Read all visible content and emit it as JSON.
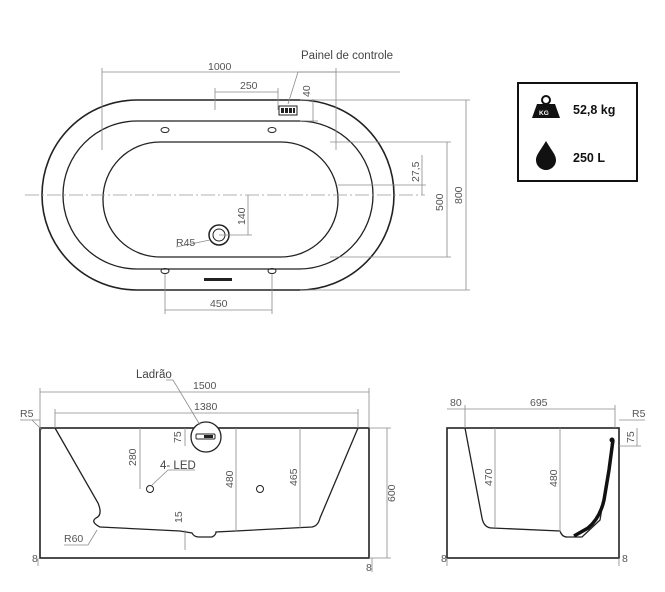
{
  "top_view": {
    "label_panel": "Painel de controle",
    "dim_length": "1000",
    "dim_250": "250",
    "dim_40": "40",
    "dim_27_5": "27,5",
    "dim_500": "500",
    "dim_800": "800",
    "dim_140": "140",
    "dim_r45": "R45",
    "dim_450": "450"
  },
  "specs": {
    "weight_icon_text": "KG",
    "weight": "52,8 kg",
    "volume": "250 L"
  },
  "front_view": {
    "label_overflow": "Ladrão",
    "label_led": "4- LED",
    "dim_1500": "1500",
    "dim_1380": "1380",
    "dim_r5": "R5",
    "dim_75": "75",
    "dim_280": "280",
    "dim_480": "480",
    "dim_465": "465",
    "dim_600": "600",
    "dim_15": "15",
    "dim_r60": "R60",
    "dim_8_left": "8",
    "dim_8_right": "8"
  },
  "side_view": {
    "dim_80": "80",
    "dim_695": "695",
    "dim_r5": "R5",
    "dim_75": "75",
    "dim_470": "470",
    "dim_480": "480",
    "dim_8_left": "8",
    "dim_8_right": "8"
  }
}
